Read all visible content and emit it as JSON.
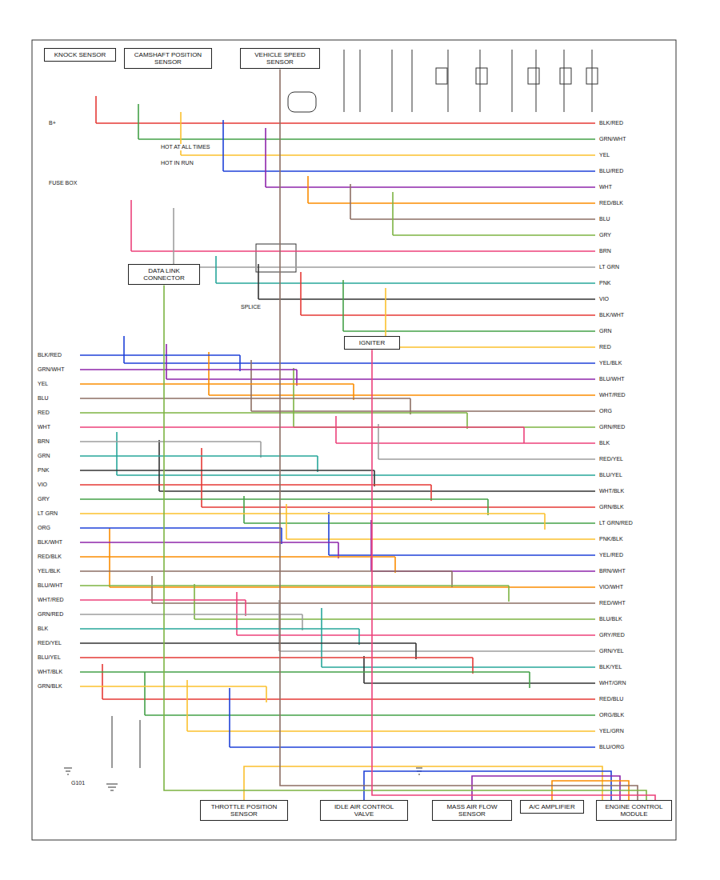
{
  "diagram": {
    "nodes": [
      {
        "text": [
          "KNOCK SENSOR"
        ]
      },
      {
        "text": [
          "CAMSHAFT POSITION SENSOR"
        ]
      },
      {
        "text": [
          "VEHICLE SPEED SENSOR"
        ]
      },
      {
        "text": [
          "THROTTLE POSITION SENSOR"
        ]
      },
      {
        "text": [
          "IDLE AIR CONTROL VALVE"
        ]
      },
      {
        "text": [
          "MASS AIR FLOW SENSOR"
        ]
      },
      {
        "text": [
          "A/C AMPLIFIER"
        ]
      },
      {
        "text": [
          "ENGINE CONTROL MODULE"
        ]
      },
      {
        "text": [
          "DATA LINK CONNECTOR"
        ]
      },
      {
        "text": [
          "IGNITER"
        ]
      }
    ],
    "edges": [
      {
        "from": 3,
        "to": 7,
        "arrow": "none"
      },
      {
        "from": 4,
        "to": 7,
        "arrow": "none"
      },
      {
        "from": 5,
        "to": 7,
        "arrow": "none"
      },
      {
        "from": 6,
        "to": 7,
        "arrow": "none"
      },
      {
        "from": 2,
        "to": 7,
        "arrow": "none"
      },
      {
        "from": 8,
        "to": 7,
        "arrow": "none"
      },
      {
        "from": 9,
        "to": 7,
        "arrow": "none"
      }
    ],
    "labels": [
      "BLK/RED",
      "GRN/WHT",
      "YEL",
      "BLU/RED",
      "WHT",
      "RED/BLK",
      "BLU",
      "GRY",
      "BRN",
      "LT GRN",
      "PNK",
      "VIO",
      "BLK/WHT",
      "GRN",
      "RED",
      "YEL/BLK",
      "BLU/WHT",
      "WHT/RED",
      "ORG",
      "GRN/RED",
      "BLK",
      "RED/YEL",
      "BLU/YEL",
      "WHT/BLK",
      "GRN/BLK",
      "LT GRN/RED",
      "PNK/BLK",
      "YEL/RED",
      "BRN/WHT",
      "VIO/WHT",
      "RED/WHT",
      "BLU/BLK",
      "GRY/RED",
      "GRN/YEL",
      "BLK/YEL",
      "WHT/GRN",
      "RED/BLU",
      "ORG/BLK",
      "YEL/GRN",
      "BLU/ORG",
      "BLK/RED",
      "GRN/WHT",
      "YEL",
      "BLU",
      "RED",
      "WHT",
      "BRN",
      "GRN",
      "PNK",
      "VIO",
      "GRY",
      "LT GRN",
      "ORG",
      "BLK/WHT",
      "RED/BLK",
      "YEL/BLK",
      "BLU/WHT",
      "WHT/RED",
      "GRN/RED",
      "BLK",
      "RED/YEL",
      "BLU/YEL",
      "WHT/BLK",
      "GRN/BLK",
      "HOT AT ALL TIMES",
      "HOT IN RUN",
      "SPLICE",
      "G101",
      "FUSE BOX",
      "B+"
    ]
  }
}
